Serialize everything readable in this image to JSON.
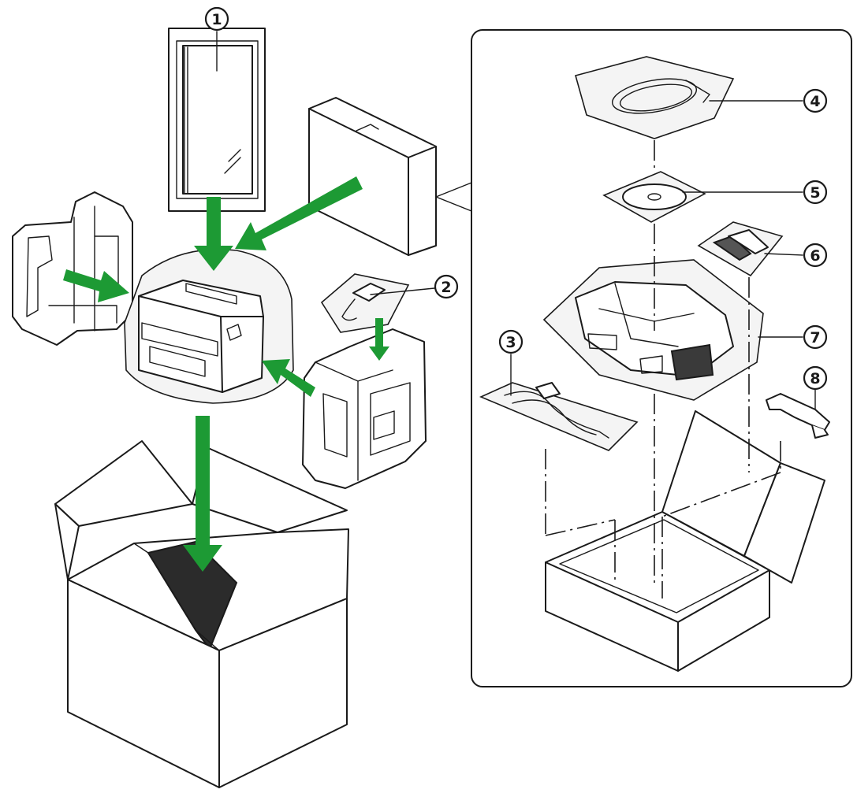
{
  "colors": {
    "arrow": "#1d9a34",
    "line": "#1a1a1a",
    "dark_insert": "#2b2b2b"
  },
  "callouts": [
    {
      "id": "1",
      "label": "1"
    },
    {
      "id": "2",
      "label": "2"
    },
    {
      "id": "3",
      "label": "3"
    },
    {
      "id": "4",
      "label": "4"
    },
    {
      "id": "5",
      "label": "5"
    },
    {
      "id": "6",
      "label": "6"
    },
    {
      "id": "7",
      "label": "7"
    },
    {
      "id": "8",
      "label": "8"
    }
  ]
}
